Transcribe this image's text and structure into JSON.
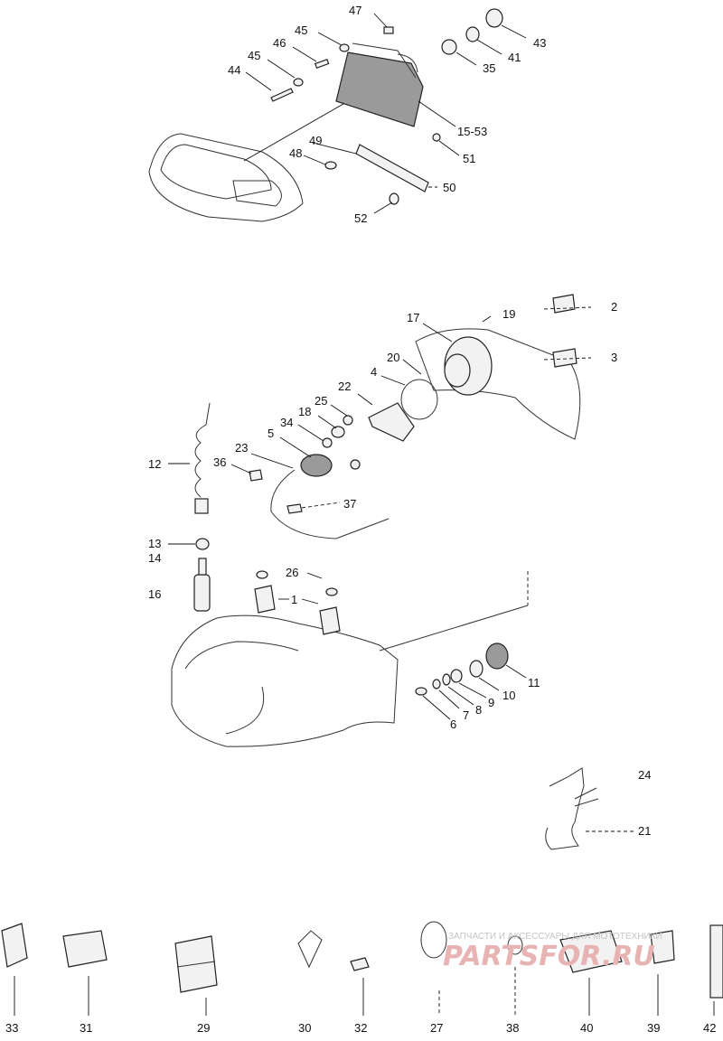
{
  "callouts": {
    "c47": "47",
    "c45a": "45",
    "c46": "46",
    "c45b": "45",
    "c44": "44",
    "c43": "43",
    "c41": "41",
    "c35": "35",
    "c15_53": "15-53",
    "c49": "49",
    "c48": "48",
    "c51": "51",
    "c50": "50",
    "c52": "52",
    "c2": "2",
    "c3": "3",
    "c17": "17",
    "c19": "19",
    "c20": "20",
    "c4": "4",
    "c22": "22",
    "c25": "25",
    "c18": "18",
    "c34": "34",
    "c5": "5",
    "c23": "23",
    "c36": "36",
    "c37": "37",
    "c12": "12",
    "c13": "13",
    "c14": "14",
    "c16": "16",
    "c26": "26",
    "c1": "1",
    "c11": "11",
    "c10": "10",
    "c9": "9",
    "c8": "8",
    "c7": "7",
    "c6": "6",
    "c24": "24",
    "c21": "21",
    "c33": "33",
    "c31": "31",
    "c29": "29",
    "c30": "30",
    "c32": "32",
    "c27": "27",
    "c38": "38",
    "c40": "40",
    "c39": "39",
    "c42": "42"
  },
  "watermark": {
    "subtitle": "ЗАПЧАСТИ И АКСЕССУАРЫ ДЛЯ МОТОТЕХНИКИ",
    "brand": "PARTSFOR.RU",
    "color": "#e7b3b3"
  }
}
